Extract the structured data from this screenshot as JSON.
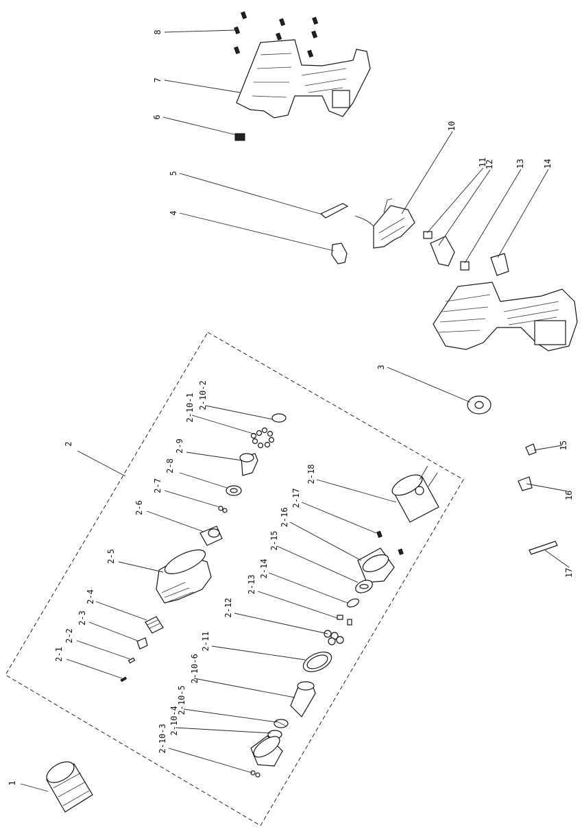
{
  "labels": {
    "p1": "1",
    "p2": "2",
    "p3": "3",
    "p4": "4",
    "p5": "5",
    "p6": "6",
    "p7": "7",
    "p8": "8",
    "p10": "10",
    "p11": "11",
    "p12": "12",
    "p13": "13",
    "p14": "14",
    "p15": "15",
    "p16": "16",
    "p17": "17",
    "s2_1": "2-1",
    "s2_2": "2-2",
    "s2_3": "2-3",
    "s2_4": "2-4",
    "s2_5": "2-5",
    "s2_6": "2-6",
    "s2_7": "2-7",
    "s2_8": "2-8",
    "s2_9": "2-9",
    "s2_10_1": "2-10-1",
    "s2_10_2": "2-10-2",
    "s2_10_3": "2-10-3",
    "s2_10_4": "2-10-4",
    "s2_10_5": "2-10-5",
    "s2_10_6": "2-10-6",
    "s2_11": "2-11",
    "s2_12": "2-12",
    "s2_13": "2-13",
    "s2_14": "2-14",
    "s2_15": "2-15",
    "s2_16": "2-16",
    "s2_17": "2-17",
    "s2_18": "2-18"
  }
}
